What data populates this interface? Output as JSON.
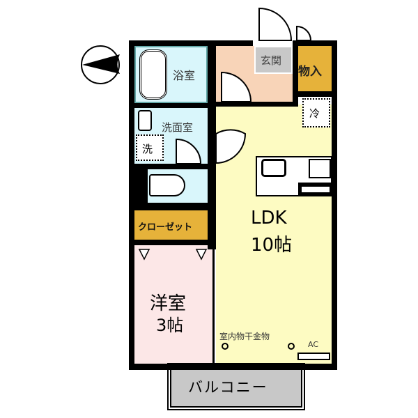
{
  "colors": {
    "wall": "#000000",
    "bath": "#d9f6fb",
    "wash": "#d9f6fb",
    "toilet": "#d9f6fb",
    "entrance_hall": "#f8d4b8",
    "genkan": "#c8c8c8",
    "storage": "#e6b23a",
    "closet": "#e6b23a",
    "ldk": "#fdfbc2",
    "western_room": "#fce7e7",
    "balcony": "#c8c8c8"
  },
  "rooms": {
    "bath": {
      "label": "浴室"
    },
    "washroom": {
      "label": "洗面室"
    },
    "washer": {
      "label": "洗"
    },
    "entrance": {
      "label": "玄関"
    },
    "storage": {
      "label": "物入"
    },
    "refrigerator": {
      "label": "冷"
    },
    "closet": {
      "label": "クローゼット"
    },
    "ldk": {
      "label": "LDK",
      "size": "10帖"
    },
    "western": {
      "label": "洋室",
      "size": "3帖"
    },
    "balcony": {
      "label": "バルコニー"
    }
  },
  "fixtures": {
    "drying_hooks": "室内物干金物",
    "ac": "AC"
  },
  "compass": {
    "icon": "north-arrow-icon",
    "direction": "west"
  }
}
